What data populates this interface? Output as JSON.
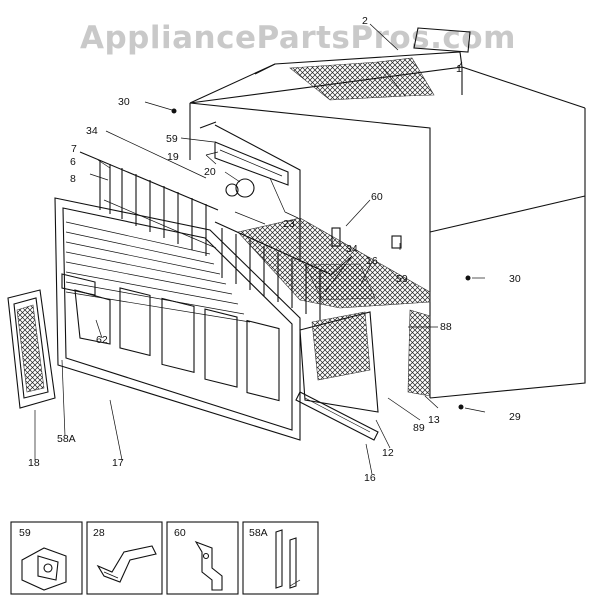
{
  "watermark": "AppliancePartsPros.com",
  "header_fragment": "",
  "callouts": {
    "c1": "1",
    "c2": "2",
    "c6": "6",
    "c7": "7",
    "c8": "8",
    "c12": "12",
    "c13": "13",
    "c16a": "16",
    "c16b": "16",
    "c17": "17",
    "c18": "18",
    "c19": "19",
    "c20": "20",
    "c23": "23",
    "c29": "29",
    "c30a": "30",
    "c30b": "30",
    "c34a": "34",
    "c34b": "34",
    "c58a": "58A",
    "c59a": "59",
    "c59b": "59",
    "c60": "60",
    "c62": "62",
    "c88": "88",
    "c89": "89"
  },
  "insets": [
    {
      "label": "59",
      "icon": "clip-bracket-icon"
    },
    {
      "label": "28",
      "icon": "s-bracket-icon"
    },
    {
      "label": "60",
      "icon": "hook-bracket-icon"
    },
    {
      "label": "58A",
      "icon": "rod-pair-icon"
    }
  ]
}
